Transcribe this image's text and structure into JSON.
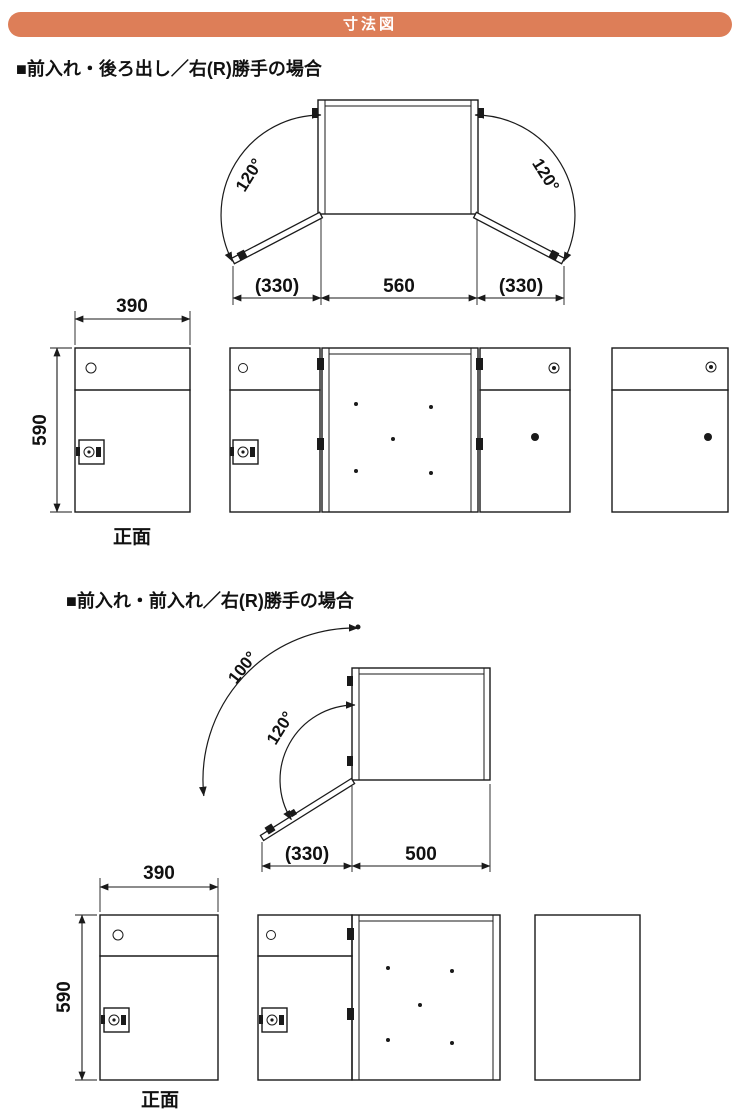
{
  "title": "寸法図",
  "colors": {
    "accent": "#dd7e58",
    "line": "#1a1a1a"
  },
  "sections": {
    "s1": {
      "heading": "■前入れ・後ろ出し／右(R)勝手の場合",
      "plan": {
        "angle_left": "120°",
        "angle_right": "120°",
        "dim_left": "(330)",
        "dim_mid": "560",
        "dim_right": "(330)"
      },
      "front": {
        "dim_width": "390",
        "dim_height": "590",
        "caption": "正面"
      }
    },
    "s2": {
      "heading": "■前入れ・前入れ／右(R)勝手の場合",
      "plan": {
        "angle_outer": "100°",
        "angle_inner": "120°",
        "dim_left": "(330)",
        "dim_right": "500"
      },
      "front": {
        "dim_width": "390",
        "dim_height": "590",
        "caption": "正面"
      }
    }
  }
}
